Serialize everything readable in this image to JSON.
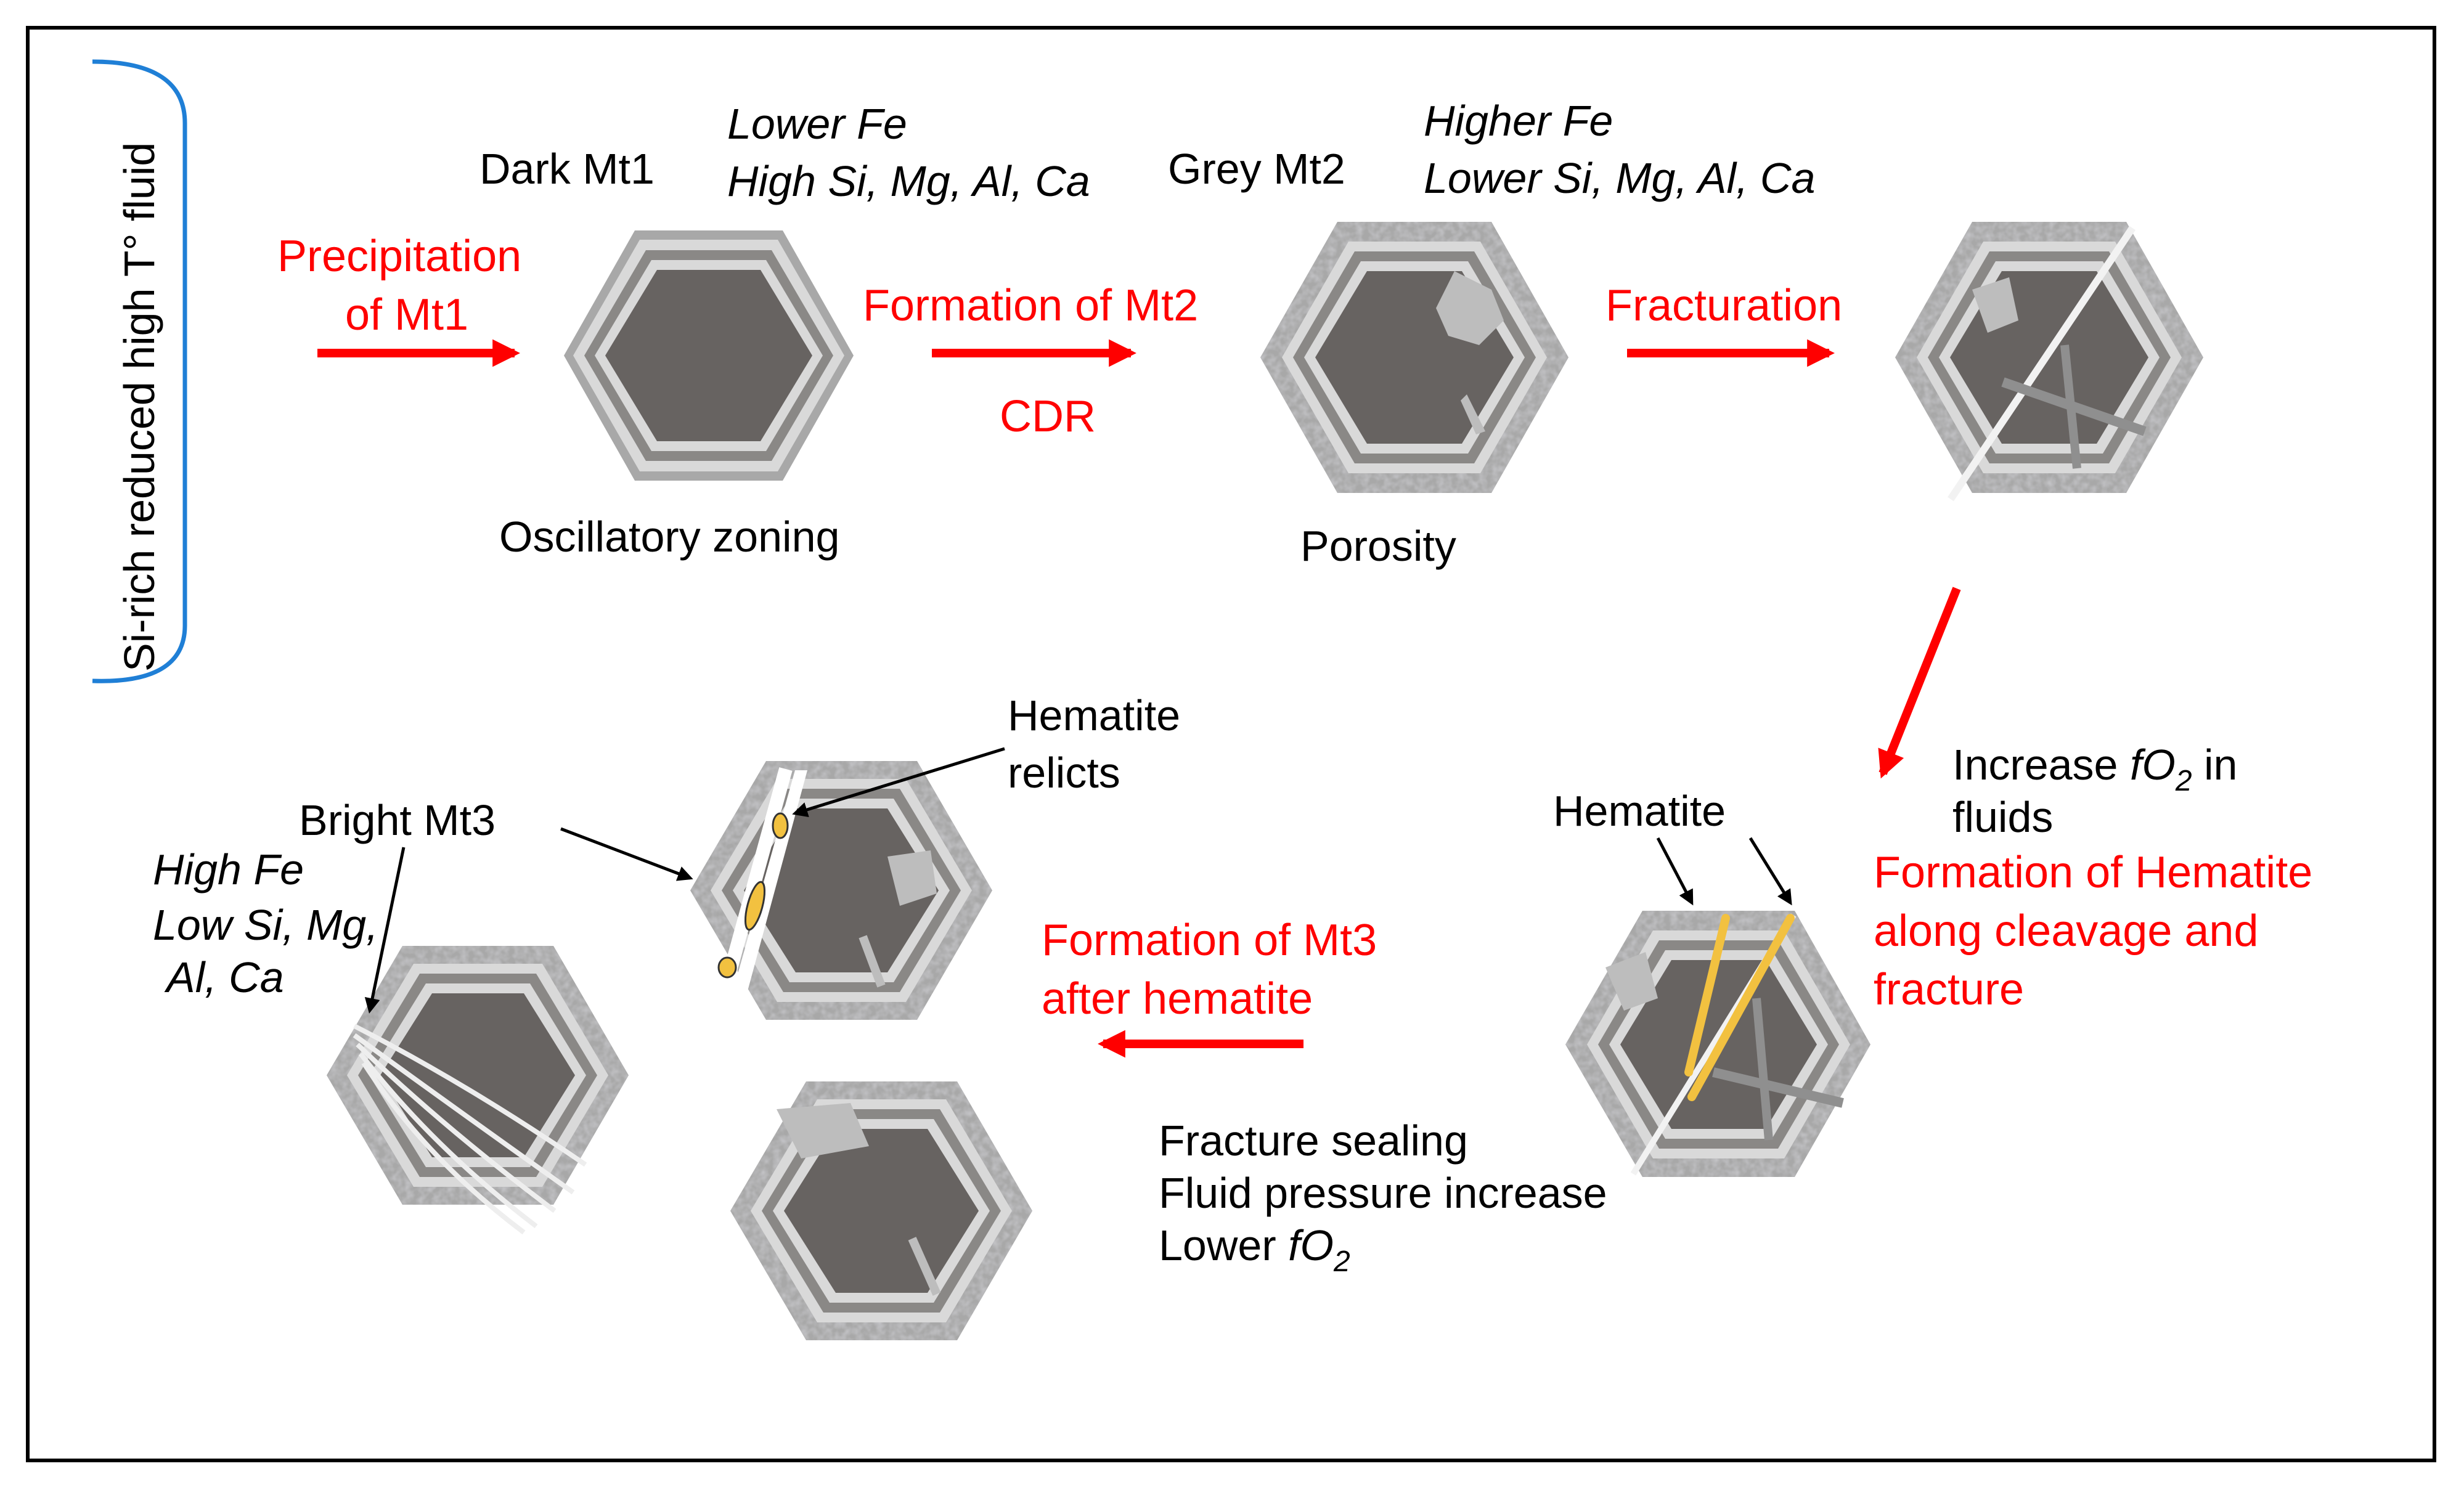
{
  "side_bracket": {
    "label": "Si-rich reduced high T° fluid"
  },
  "stage1": {
    "arrow_label": [
      "Precipitation",
      "of Mt1"
    ],
    "title": "Dark Mt1",
    "composition": [
      "Lower Fe",
      "High Si, Mg, Al, Ca"
    ],
    "caption": "Oscillatory zoning"
  },
  "stage2": {
    "arrow_label": "Formation of Mt2",
    "arrow_sublabel": "CDR",
    "title": "Grey Mt2",
    "composition": [
      "Higher Fe",
      "Lower Si, Mg, Al, Ca"
    ],
    "caption": "Porosity"
  },
  "stage3": {
    "arrow_label": "Fracturation"
  },
  "stage4": {
    "condition": {
      "prefix": "Increase ",
      "italic": "fO",
      "sub": "2",
      "suffix": " in",
      "line2": "fluids"
    },
    "arrow_label": [
      "Formation of Hematite",
      "along cleavage and",
      "fracture"
    ],
    "mineral_label": "Hematite"
  },
  "stage5": {
    "conditions": [
      "Fracture sealing",
      "Fluid pressure increase"
    ],
    "condition_fo2": {
      "prefix": "Lower ",
      "italic": "fO",
      "sub": "2"
    },
    "arrow_label": [
      "Formation of Mt3",
      "after hematite"
    ],
    "bright_label": "Bright Mt3",
    "bright_composition": [
      "High Fe",
      "Low Si, Mg,",
      "Al, Ca"
    ],
    "relict_label": [
      "Hematite",
      "relicts"
    ]
  },
  "colors": {
    "arrow": "#ff0000",
    "text_red": "#ff0000",
    "bracket": "#1f7fd6",
    "crystal_core": "#676361",
    "crystal_zone": "#d9d9d9",
    "crystal_rim": "#a8a8a8",
    "hematite": "#f2c140",
    "frame": "#000000"
  }
}
